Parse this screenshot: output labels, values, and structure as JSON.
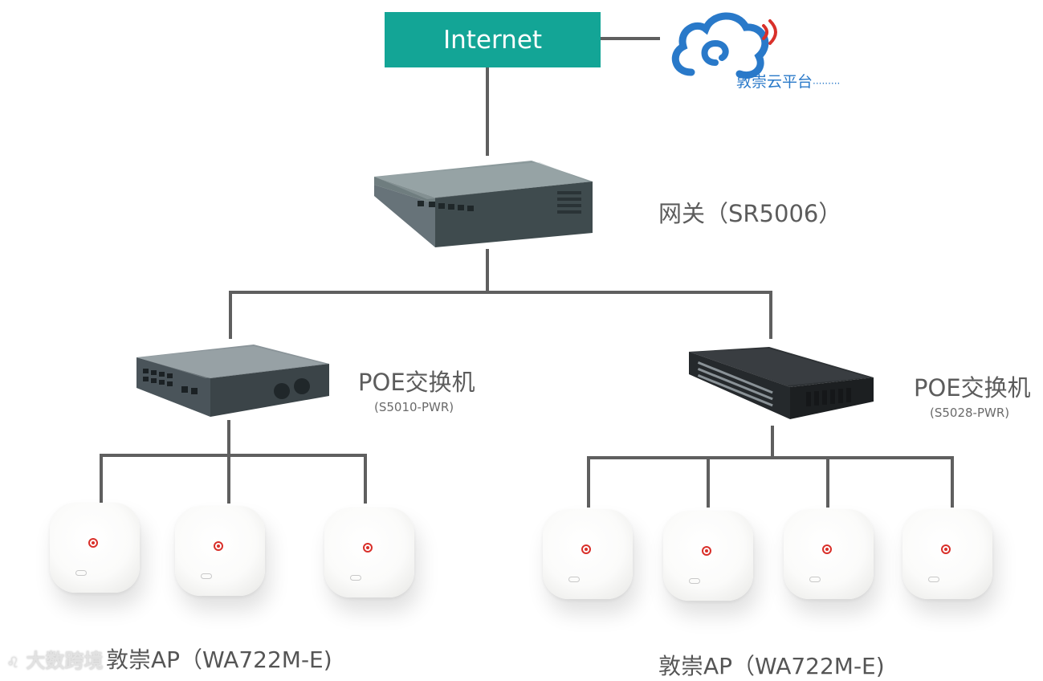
{
  "internet": {
    "label": "Internet"
  },
  "cloud": {
    "label": "敦崇云平台",
    "dots": "·········"
  },
  "gateway": {
    "label": "网关（SR5006）"
  },
  "switch_left": {
    "label": "POE交换机",
    "model": "(S5010-PWR)"
  },
  "switch_right": {
    "label": "POE交换机",
    "model": "(S5028-PWR)"
  },
  "ap_group_left": {
    "label": "敦崇AP（WA722M-E)",
    "count": 3
  },
  "ap_group_right": {
    "label": "敦崇AP（WA722M-E)",
    "count": 4
  },
  "watermark": {
    "text": "大数跨境"
  },
  "colors": {
    "internet_box": "#13a596",
    "cloud_blue": "#2979c9",
    "signal_red": "#d9302a",
    "connector_gray": "#5f5f5f"
  }
}
